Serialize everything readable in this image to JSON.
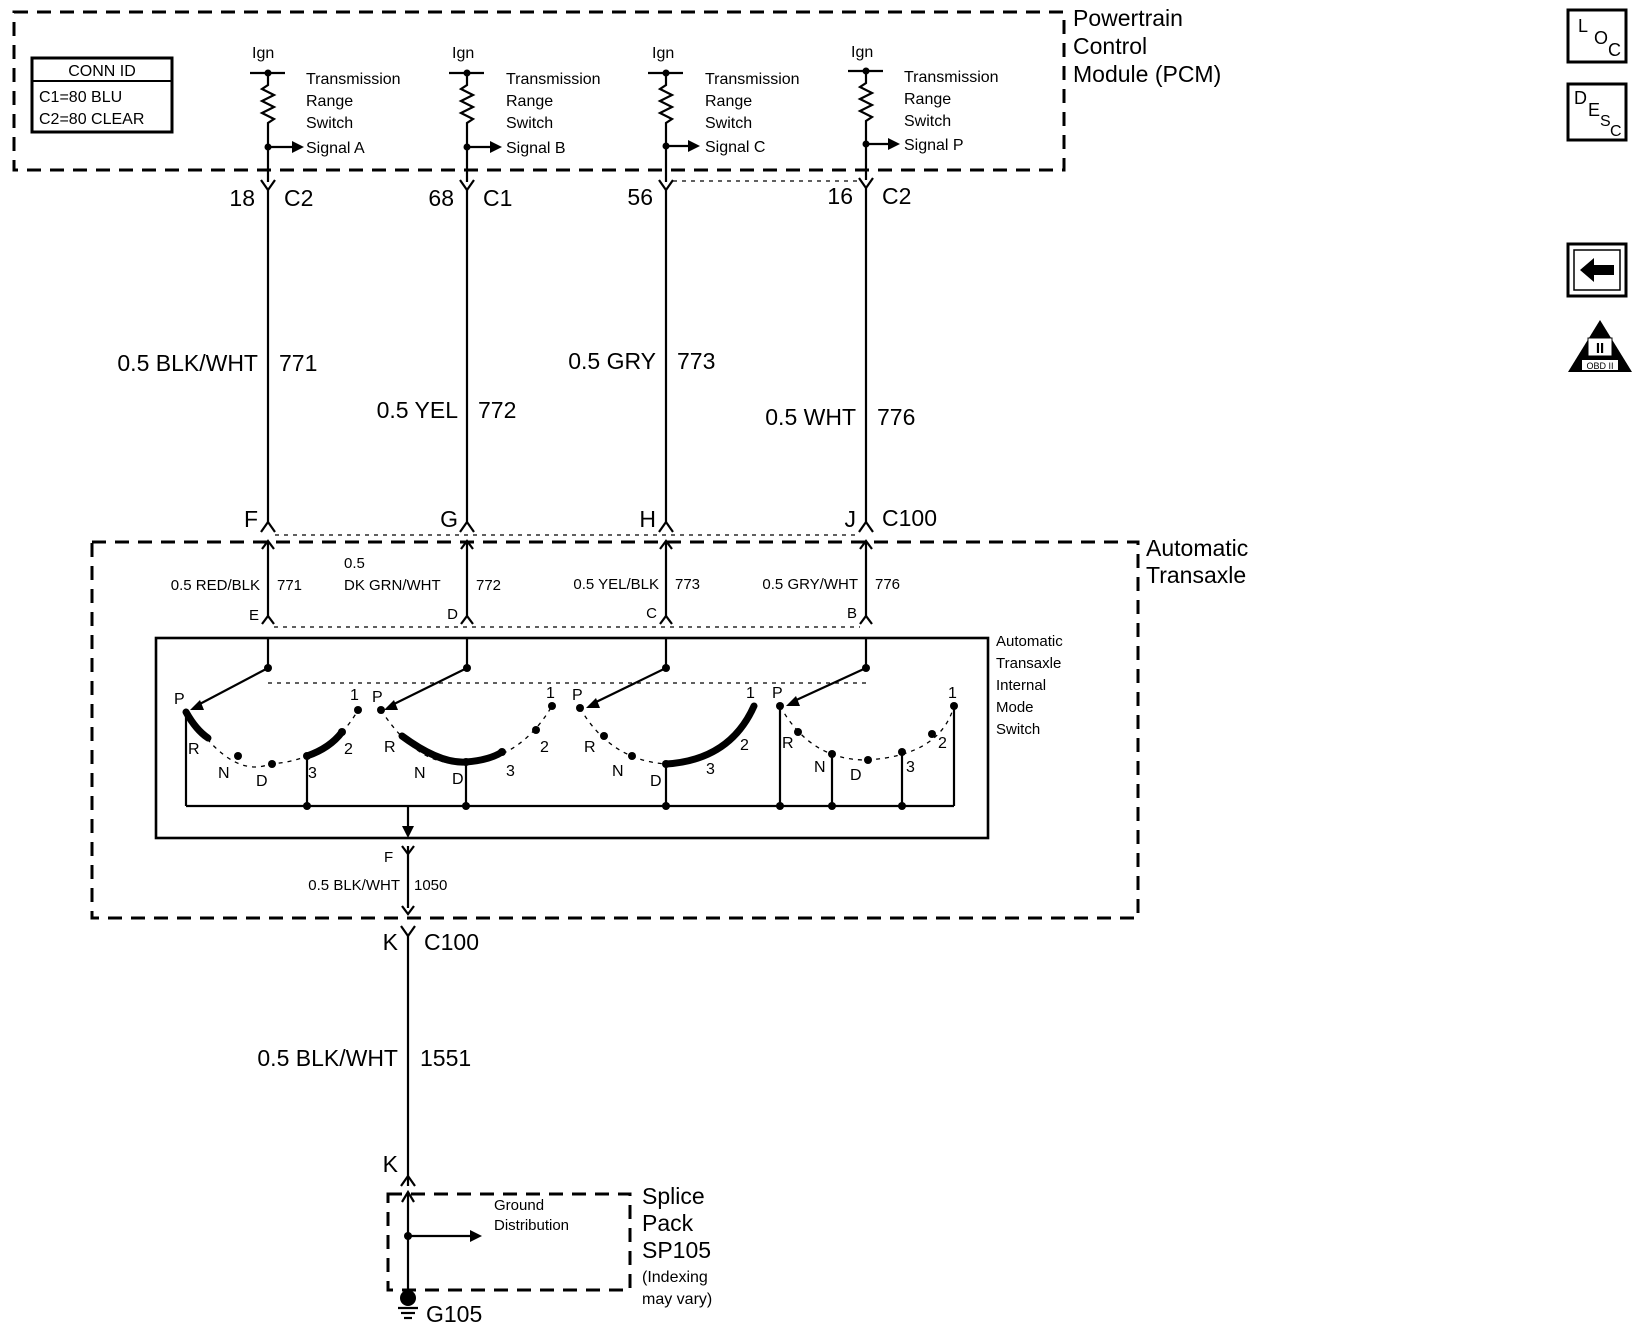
{
  "pcm": {
    "title_lines": [
      "Powertrain",
      "Control",
      "Module (PCM)"
    ],
    "conn_id": {
      "header": "CONN ID",
      "lines": [
        "C1=80 BLU",
        "C2=80 CLEAR"
      ]
    },
    "signals": [
      {
        "ign": "Ign",
        "label_lines": [
          "Transmission",
          "Range",
          "Switch",
          "Signal A"
        ],
        "pin": "18",
        "conn": "C2"
      },
      {
        "ign": "Ign",
        "label_lines": [
          "Transmission",
          "Range",
          "Switch",
          "Signal B"
        ],
        "pin": "68",
        "conn": "C1"
      },
      {
        "ign": "Ign",
        "label_lines": [
          "Transmission",
          "Range",
          "Switch",
          "Signal C"
        ],
        "pin": "56",
        "conn": ""
      },
      {
        "ign": "Ign",
        "label_lines": [
          "Transmission",
          "Range",
          "Switch",
          "Signal P"
        ],
        "pin": "16",
        "conn": "C2"
      }
    ]
  },
  "wires_upper": [
    {
      "color": "0.5 BLK/WHT",
      "circuit": "771"
    },
    {
      "color": "0.5 YEL",
      "circuit": "772"
    },
    {
      "color": "0.5 GRY",
      "circuit": "773"
    },
    {
      "color": "0.5 WHT",
      "circuit": "776"
    }
  ],
  "c100_upper": {
    "pins": [
      "F",
      "G",
      "H",
      "J"
    ],
    "name": "C100"
  },
  "transaxle": {
    "title_lines": [
      "Automatic",
      "Transaxle"
    ],
    "wires": [
      {
        "color": "0.5 RED/BLK",
        "circuit": "771",
        "pin": "E"
      },
      {
        "color_lines": [
          "0.5",
          "DK GRN/WHT"
        ],
        "circuit": "772",
        "pin": "D"
      },
      {
        "color": "0.5 YEL/BLK",
        "circuit": "773",
        "pin": "C"
      },
      {
        "color": "0.5 GRY/WHT",
        "circuit": "776",
        "pin": "B"
      }
    ],
    "switch_label_lines": [
      "Automatic",
      "Transaxle",
      "Internal",
      "Mode",
      "Switch"
    ],
    "positions": [
      "P",
      "R",
      "N",
      "D",
      "3",
      "2",
      "1"
    ],
    "ground": {
      "pin": "F",
      "color": "0.5 BLK/WHT",
      "circuit": "1050"
    }
  },
  "c100_lower": {
    "pin": "K",
    "name": "C100"
  },
  "wire_lower": {
    "color": "0.5 BLK/WHT",
    "circuit": "1551"
  },
  "splice": {
    "pin": "K",
    "ground_label_lines": [
      "Ground",
      "Distribution"
    ],
    "title_lines": [
      "Splice",
      "Pack",
      "SP105"
    ],
    "note_lines": [
      "(Indexing",
      "may vary)"
    ],
    "ground_id": "G105"
  },
  "side_buttons": {
    "loc": {
      "big": "L",
      "mid": "O",
      "small": "C"
    },
    "desc": {
      "a": "D",
      "b": "E",
      "c": "S",
      "d": "C"
    },
    "back": "back-arrow-icon",
    "obd": {
      "top": "II",
      "bottom": "OBD II"
    }
  }
}
